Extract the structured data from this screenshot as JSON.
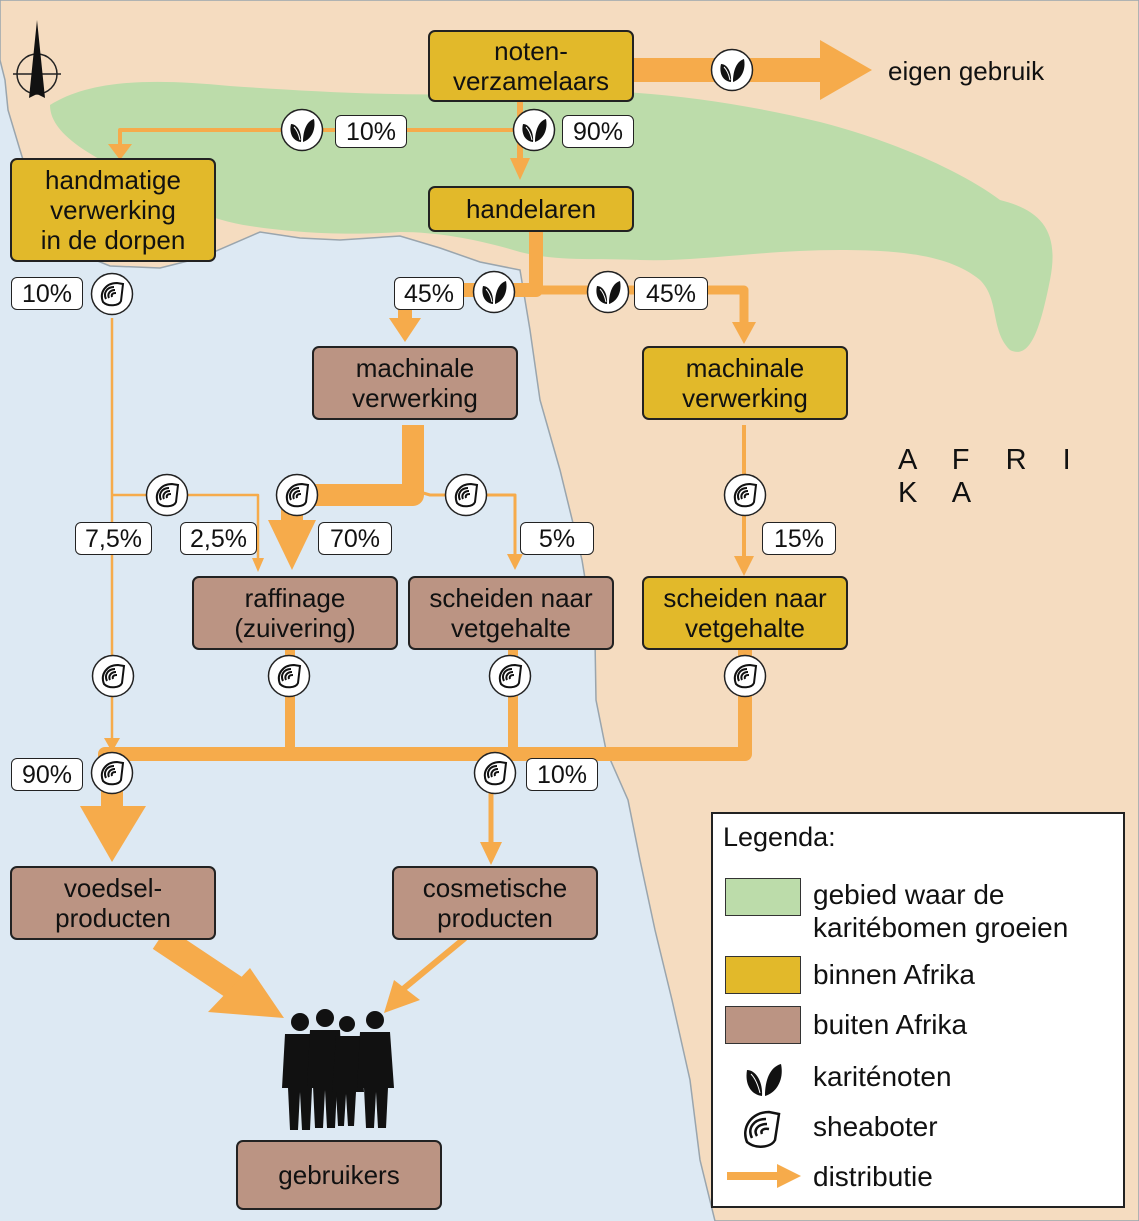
{
  "map_labels": {
    "continent": "A F R I K A",
    "own_use": "eigen gebruik"
  },
  "nodes": {
    "collectors": "noten-\nverzamelaars",
    "traders": "handelaren",
    "manual": "handmatige\nverwerking\nin de dorpen",
    "machine_out": "machinale\nverwerking",
    "machine_in": "machinale\nverwerking",
    "refining": "raffinage\n(zuivering)",
    "separate_out": "scheiden naar\nvetgehalte",
    "separate_in": "scheiden naar\nvetgehalte",
    "food": "voedsel-\nproducten",
    "cosmetics": "cosmetische\nproducten",
    "users": "gebruikers"
  },
  "flows": {
    "collectors_to_manual": "10%",
    "collectors_to_traders": "90%",
    "traders_to_machine_out": "45%",
    "traders_to_machine_in": "45%",
    "manual_out": "10%",
    "manual_to_users_direct": "7,5%",
    "manual_to_refining": "2,5%",
    "machine_to_refining": "70%",
    "machine_to_separate": "5%",
    "separate_in_out": "15%",
    "to_food": "90%",
    "to_cosmetics": "10%"
  },
  "legend": {
    "title": "Legenda:",
    "area": "gebied waar de\nkaritébomen groeien",
    "inside": "binnen Afrika",
    "outside": "buiten Afrika",
    "nuts": "kariténoten",
    "butter": "sheaboter",
    "distribution": "distributie"
  },
  "colors": {
    "land": "#f5dcc0",
    "sea": "#dde9f3",
    "growing_area": "#bcdcaa",
    "inside_africa": "#e2b92a",
    "outside_africa": "#bb9483",
    "arrow": "#f6ab4b"
  },
  "icons": {
    "nuts": "karite-nuts-icon",
    "butter": "shea-butter-icon",
    "users": "people-silhouette-icon",
    "north": "north-arrow-icon"
  }
}
